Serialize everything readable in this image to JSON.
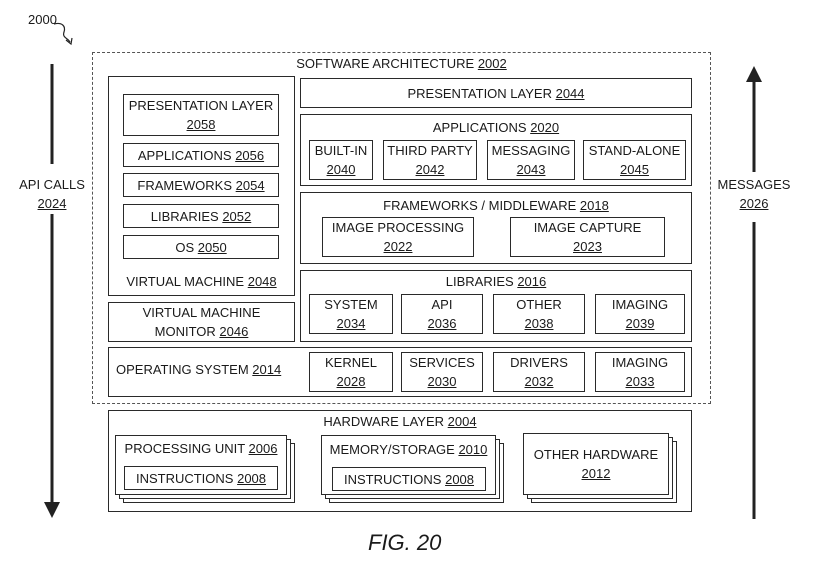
{
  "ref_label": "2000",
  "figure_caption": "FIG. 20",
  "left_arrow": {
    "label": "API CALLS",
    "ref": "2024"
  },
  "right_arrow": {
    "label": "MESSAGES",
    "ref": "2026"
  },
  "software_architecture": {
    "label": "SOFTWARE ARCHITECTURE",
    "ref": "2002"
  },
  "vm_stack": {
    "presentation": {
      "label": "PRESENTATION LAYER",
      "ref": "2058"
    },
    "applications": {
      "label": "APPLICATIONS",
      "ref": "2056"
    },
    "frameworks": {
      "label": "FRAMEWORKS",
      "ref": "2054"
    },
    "libraries": {
      "label": "LIBRARIES",
      "ref": "2052"
    },
    "os": {
      "label": "OS",
      "ref": "2050"
    },
    "virtual_machine": {
      "label": "VIRTUAL MACHINE",
      "ref": "2048"
    }
  },
  "vmm": {
    "line1": "VIRTUAL MACHINE",
    "line2": "MONITOR",
    "ref": "2046"
  },
  "presentation_layer": {
    "label": "PRESENTATION LAYER",
    "ref": "2044"
  },
  "applications": {
    "label": "APPLICATIONS",
    "ref": "2020",
    "items": [
      {
        "label": "BUILT-IN",
        "ref": "2040"
      },
      {
        "label": "THIRD PARTY",
        "ref": "2042"
      },
      {
        "label": "MESSAGING",
        "ref": "2043"
      },
      {
        "label": "STAND-ALONE",
        "ref": "2045"
      }
    ]
  },
  "frameworks": {
    "label": "FRAMEWORKS / MIDDLEWARE",
    "ref": "2018",
    "items": [
      {
        "label": "IMAGE PROCESSING",
        "ref": "2022"
      },
      {
        "label": "IMAGE CAPTURE",
        "ref": "2023"
      }
    ]
  },
  "libraries": {
    "label": "LIBRARIES",
    "ref": "2016",
    "items": [
      {
        "label": "SYSTEM",
        "ref": "2034"
      },
      {
        "label": "API",
        "ref": "2036"
      },
      {
        "label": "OTHER",
        "ref": "2038"
      },
      {
        "label": "IMAGING",
        "ref": "2039"
      }
    ]
  },
  "operating_system": {
    "label": "OPERATING SYSTEM",
    "ref": "2014",
    "items": [
      {
        "label": "KERNEL",
        "ref": "2028"
      },
      {
        "label": "SERVICES",
        "ref": "2030"
      },
      {
        "label": "DRIVERS",
        "ref": "2032"
      },
      {
        "label": "IMAGING",
        "ref": "2033"
      }
    ]
  },
  "hardware": {
    "label": "HARDWARE LAYER",
    "ref": "2004",
    "processing": {
      "label": "PROCESSING UNIT",
      "ref": "2006",
      "inner": "INSTRUCTIONS",
      "inner_ref": "2008"
    },
    "memory": {
      "label": "MEMORY/STORAGE",
      "ref": "2010",
      "inner": "INSTRUCTIONS",
      "inner_ref": "2008"
    },
    "other": {
      "label": "OTHER HARDWARE",
      "ref": "2012"
    }
  }
}
